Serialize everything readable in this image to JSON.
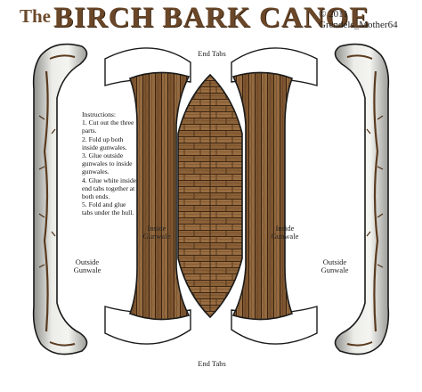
{
  "title": {
    "prefix": "The",
    "main": "BIRCH BARK CANOE",
    "copyright_line1": "© 2011",
    "copyright_line2": "Grendels_Mother64"
  },
  "labels": {
    "end_tabs_top": "End Tabs",
    "end_tabs_bottom": "End Tabs",
    "inside_gunwale_left": "Inside\nGunwale",
    "inside_gunwale_right": "Inside\nGunwale",
    "outside_gunwale_left": "Outside\nGunwale",
    "outside_gunwale_right": "Outside\nGunwale"
  },
  "instructions": {
    "heading": "Instructions:",
    "steps": [
      "1. Cut out the three parts.",
      "2. Fold up both inside gunwales.",
      "3. Glue outside gunwales to inside gunwales.",
      "4. Glue white inside end tabs together at both ends.",
      "5. Fold and glue tabs under the hull."
    ]
  },
  "colors": {
    "bark_dark": "#5a3a1e",
    "bark_mid": "#8b6138",
    "bark_light": "#b08457",
    "birch_white": "#e6e6e2",
    "birch_shadow": "#9a9a96",
    "outline": "#1a1a1a",
    "title_brown": "#6a4728"
  }
}
